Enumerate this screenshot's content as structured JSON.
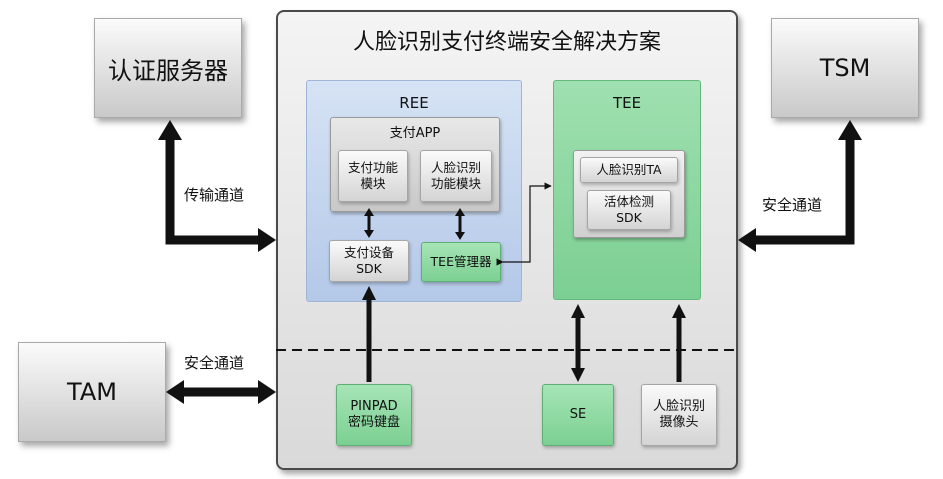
{
  "title": "人脸识别支付终端安全解决方案",
  "external": {
    "auth_server": "认证服务器",
    "tsm": "TSM",
    "tam": "TAM"
  },
  "ree": {
    "label": "REE",
    "pay_app": "支付APP",
    "pay_module": "支付功能\n模块",
    "face_module": "人脸识别\n功能模块",
    "pay_sdk": "支付设备\nSDK",
    "tee_manager": "TEE管理器"
  },
  "tee": {
    "label": "TEE",
    "face_ta": "人脸识别TA",
    "liveness_sdk": "活体检测\nSDK"
  },
  "hardware": {
    "pinpad": "PINPAD\n密码键盘",
    "se": "SE",
    "camera": "人脸识别\n摄像头"
  },
  "channels": {
    "transport": "传输通道",
    "secure_tsm": "安全通道",
    "secure_tam": "安全通道"
  }
}
